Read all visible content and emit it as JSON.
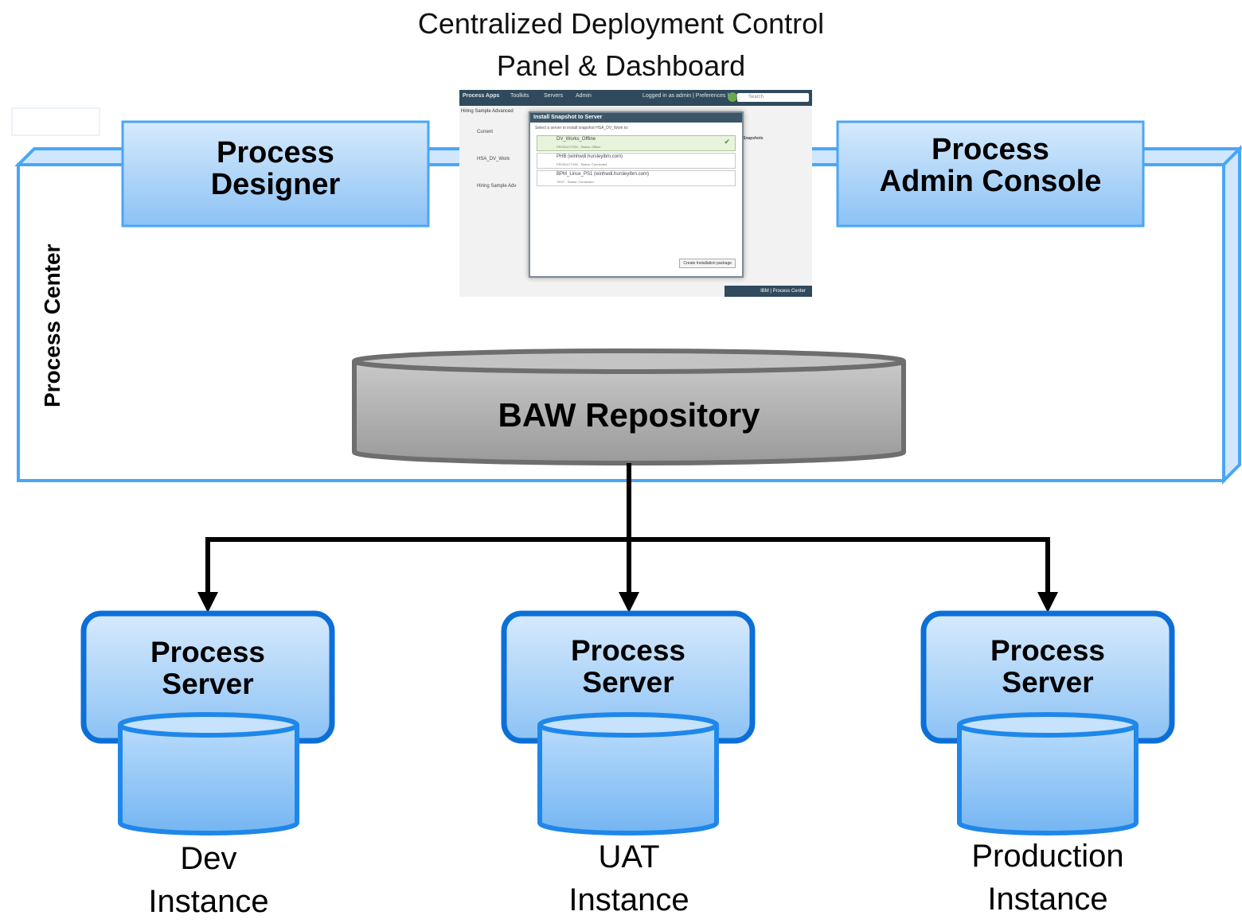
{
  "title": {
    "line1": "Centralized Deployment Control",
    "line2": "Panel & Dashboard"
  },
  "process_center": {
    "label": "Process Center",
    "designer_label": "Process\nDesigner",
    "admin_label": "Process\nAdmin Console",
    "repository_label": "BAW Repository"
  },
  "servers": [
    {
      "label": "Process\nServer",
      "instance": "Dev\nInstance"
    },
    {
      "label": "Process\nServer",
      "instance": "UAT\nInstance"
    },
    {
      "label": "Process\nServer",
      "instance": "Production\nInstance"
    }
  ],
  "screenshot": {
    "top_tabs": [
      "Process Apps",
      "Toolkits",
      "Servers",
      "Admin"
    ],
    "user_links": "Logged in as admin | Preferences | Logout",
    "search_placeholder": "Search",
    "breadcrumb": "Hiring Sample Advanced",
    "left_items": [
      "Current",
      "HSA_DV_Work",
      "Hiring Sample Adv"
    ],
    "modal_title": "Install Snapshot to Server",
    "modal_subtitle": "Select a server to install snapshot HSA_DV_Work to:",
    "servers": [
      {
        "name": "DV_Works_Offline",
        "status": "PRODUCTION - Status: Offline"
      },
      {
        "name": "PHB (winhwdi.hursleyibm.com)",
        "status": "PRODUCTION - Status: Connected"
      },
      {
        "name": "BPM_Linux_PS1 (winhwdi.hursleyibm.com)",
        "status": "TEST - Status: Connected"
      }
    ],
    "modal_button": "Create Installation package",
    "right_heading": "Snapshots",
    "footer": "IBM | Process Center"
  },
  "colors": {
    "box_fill_top": "#d4e8fc",
    "box_fill_bottom": "#8ec3f4",
    "border_light": "#4aa6f5",
    "border_dark": "#0c6fd8",
    "repo_fill": "#a8a8a8",
    "repo_border": "#6e6e6e",
    "arrow": "#000000"
  }
}
